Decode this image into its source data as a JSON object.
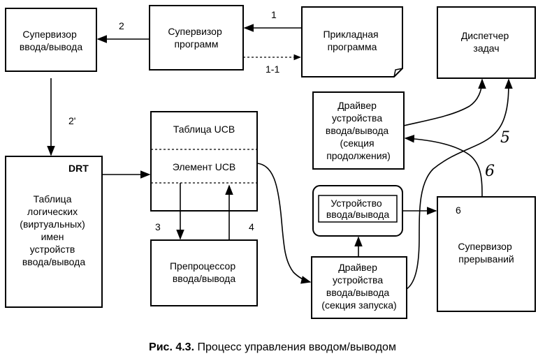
{
  "nodes": {
    "io_supervisor": [
      "Супервизор",
      "ввода/вывода"
    ],
    "program_supervisor": [
      "Супервизор",
      "программ"
    ],
    "app_program": [
      "Прикладная",
      "программа"
    ],
    "task_dispatcher": [
      "Диспетчер",
      "задач"
    ],
    "driver_continue": [
      "Драйвер",
      "устройства",
      "ввода/вывода",
      "(секция",
      "продолжения)"
    ],
    "drt_header": "DRT",
    "drt_table": [
      "Таблица",
      "логических",
      "(виртуальных)",
      "имен",
      "устройств",
      "ввода/вывода"
    ],
    "ucb_table": "Таблица UCB",
    "ucb_element": "Элемент UCB",
    "io_device": [
      "Устройство",
      "ввода/вывода"
    ],
    "preprocessor": [
      "Препроцессор",
      "ввода/вывода"
    ],
    "driver_start": [
      "Драйвер",
      "устройства",
      "ввода/вывода",
      "(секция запуска)"
    ],
    "interrupt_supervisor": [
      "Супервизор",
      "прерываний"
    ],
    "interrupt_label": "6"
  },
  "edge_labels": {
    "e1": "1",
    "e1_1": "1-1",
    "e2": "2",
    "e2p": "2'",
    "e3": "3",
    "e4": "4",
    "e5": "5",
    "e6": "6"
  },
  "caption": {
    "bold": "Рис. 4.3.",
    "text": " Процесс управления вводом/выводом"
  }
}
